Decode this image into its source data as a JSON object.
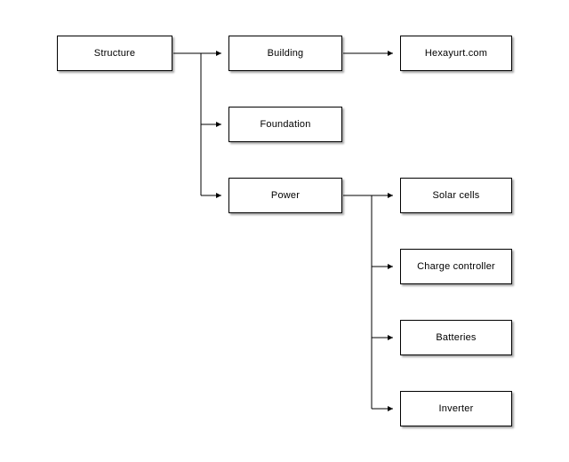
{
  "diagram": {
    "type": "flowchart-tree",
    "nodes": {
      "structure": {
        "label": "Structure"
      },
      "building": {
        "label": "Building"
      },
      "hexayurt": {
        "label": "Hexayurt.com"
      },
      "foundation": {
        "label": "Foundation"
      },
      "power": {
        "label": "Power"
      },
      "solar_cells": {
        "label": "Solar cells"
      },
      "charge_controller": {
        "label": "Charge controller"
      },
      "batteries": {
        "label": "Batteries"
      },
      "inverter": {
        "label": "Inverter"
      }
    },
    "edges": [
      {
        "from": "Structure",
        "to": "Building"
      },
      {
        "from": "Structure",
        "to": "Foundation"
      },
      {
        "from": "Structure",
        "to": "Power"
      },
      {
        "from": "Building",
        "to": "Hexayurt.com"
      },
      {
        "from": "Power",
        "to": "Solar cells"
      },
      {
        "from": "Power",
        "to": "Charge controller"
      },
      {
        "from": "Power",
        "to": "Batteries"
      },
      {
        "from": "Power",
        "to": "Inverter"
      }
    ],
    "colors": {
      "background": "#ffffff",
      "box_fill": "#ffffff",
      "box_border": "#000000",
      "connector": "#000000"
    }
  }
}
